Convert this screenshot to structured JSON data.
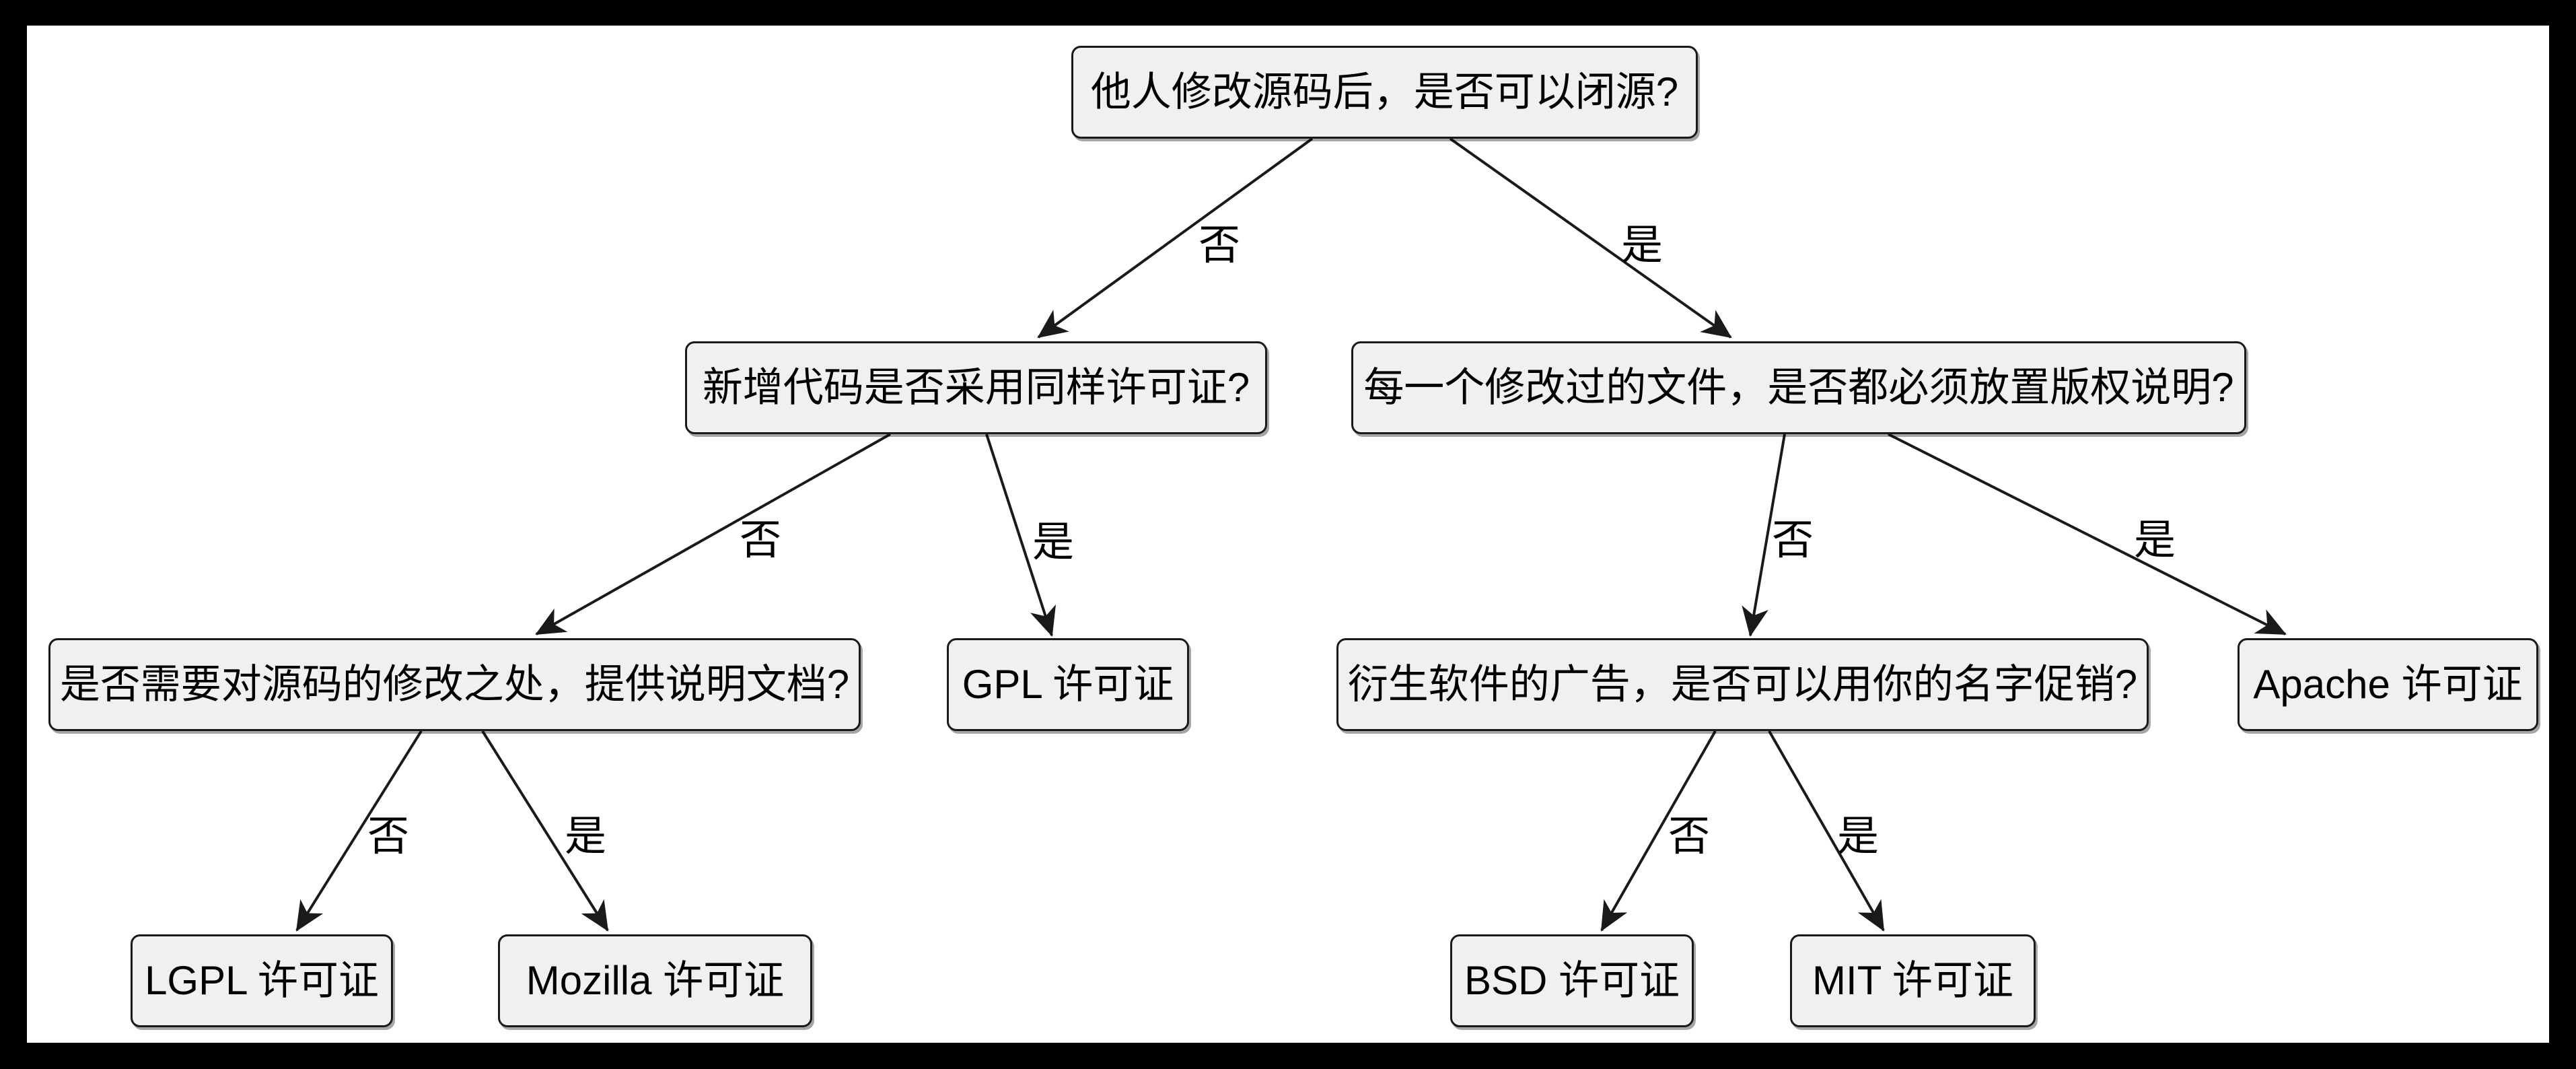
{
  "diagram": {
    "type": "flowchart-decision-tree",
    "colors": {
      "frame": "#000000",
      "canvas": "#ffffff",
      "node_fill": "#f0f0f0",
      "node_border": "#1a1a1a",
      "edge_line": "#1a1a1a",
      "text": "#000000"
    },
    "nodes": {
      "root": {
        "label": "他人修改源码后，是否可以闭源?"
      },
      "same_license": {
        "label": "新增代码是否采用同样许可证?"
      },
      "copyright_notice": {
        "label": "每一个修改过的文件，是否都必须放置版权说明?"
      },
      "doc_changes": {
        "label": "是否需要对源码的修改之处，提供说明文档?"
      },
      "gpl": {
        "label": "GPL 许可证"
      },
      "ad_promote": {
        "label": "衍生软件的广告，是否可以用你的名字促销?"
      },
      "apache": {
        "label": "Apache 许可证"
      },
      "lgpl": {
        "label": "LGPL 许可证"
      },
      "mozilla": {
        "label": "Mozilla 许可证"
      },
      "bsd": {
        "label": "BSD 许可证"
      },
      "mit": {
        "label": "MIT 许可证"
      }
    },
    "edges": [
      {
        "from": "root",
        "to": "same_license",
        "label": "否"
      },
      {
        "from": "root",
        "to": "copyright_notice",
        "label": "是"
      },
      {
        "from": "same_license",
        "to": "doc_changes",
        "label": "否"
      },
      {
        "from": "same_license",
        "to": "gpl",
        "label": "是"
      },
      {
        "from": "copyright_notice",
        "to": "ad_promote",
        "label": "否"
      },
      {
        "from": "copyright_notice",
        "to": "apache",
        "label": "是"
      },
      {
        "from": "doc_changes",
        "to": "lgpl",
        "label": "否"
      },
      {
        "from": "doc_changes",
        "to": "mozilla",
        "label": "是"
      },
      {
        "from": "ad_promote",
        "to": "bsd",
        "label": "否"
      },
      {
        "from": "ad_promote",
        "to": "mit",
        "label": "是"
      }
    ]
  }
}
